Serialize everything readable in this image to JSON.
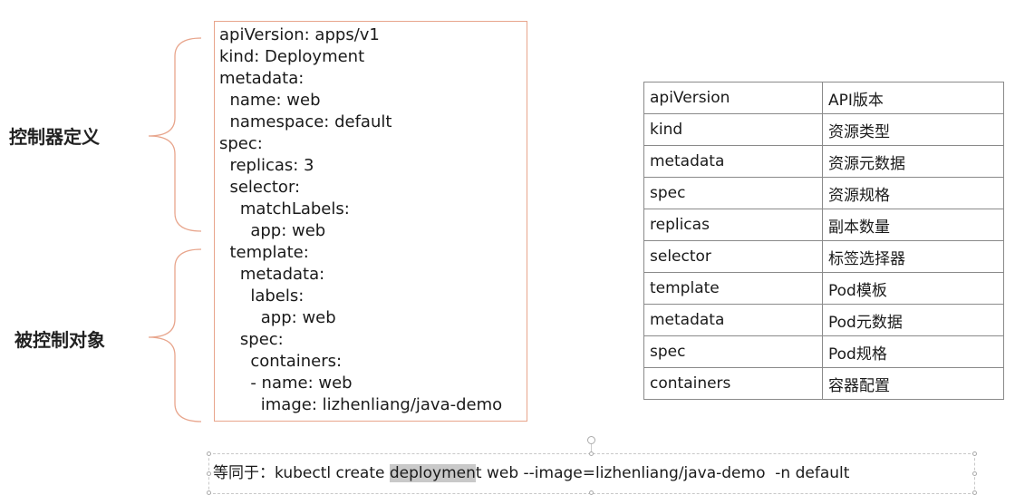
{
  "labels": {
    "controller_definition": "控制器定义",
    "controlled_object": "被控制对象"
  },
  "yaml_lines": [
    "apiVersion: apps/v1",
    "kind: Deployment",
    "metadata:",
    "  name: web",
    "  namespace: default",
    "spec:",
    "  replicas: 3",
    "  selector:",
    "    matchLabels:",
    "      app: web",
    "  template:",
    "    metadata:",
    "      labels:",
    "        app: web",
    "    spec:",
    "      containers:",
    "      - name: web",
    "        image: lizhenliang/java-demo"
  ],
  "table_rows": [
    {
      "field": "apiVersion",
      "meaning": "API版本"
    },
    {
      "field": "kind",
      "meaning": "资源类型"
    },
    {
      "field": "metadata",
      "meaning": "资源元数据"
    },
    {
      "field": "spec",
      "meaning": "资源规格"
    },
    {
      "field": "replicas",
      "meaning": "副本数量"
    },
    {
      "field": "selector",
      "meaning": "标签选择器"
    },
    {
      "field": "template",
      "meaning": "Pod模板"
    },
    {
      "field": "metadata",
      "meaning": "Pod元数据"
    },
    {
      "field": "spec",
      "meaning": "Pod规格"
    },
    {
      "field": "containers",
      "meaning": "容器配置"
    }
  ],
  "command": {
    "prefix": "等同于：",
    "pre": "kubectl create ",
    "selected": "deploymen",
    "post": "t web --image=lizhenliang/java-demo  -n default"
  },
  "colors": {
    "bracket": "#e8a58c",
    "border": "#8a8a8a",
    "selection": "#c9c9c9"
  }
}
